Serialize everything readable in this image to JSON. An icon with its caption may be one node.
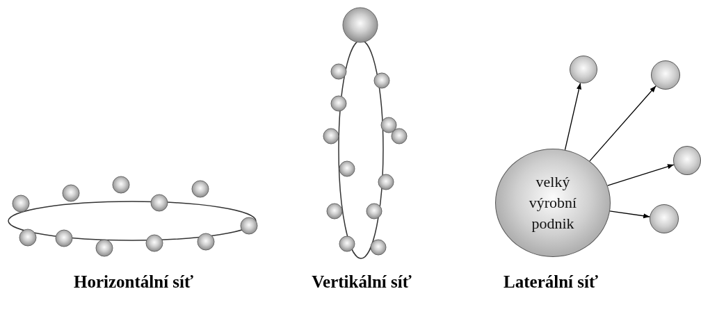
{
  "diagram": {
    "nodes": [
      {
        "text": [
          "velký výrobní podnik"
        ]
      },
      {
        "text": [],
        "shape": "circle"
      },
      {
        "text": [],
        "shape": "circle"
      },
      {
        "text": [],
        "shape": "circle"
      },
      {
        "text": [],
        "shape": "circle"
      }
    ],
    "edges": [
      {
        "from": 0,
        "to": 1,
        "arrow": "to"
      },
      {
        "from": 0,
        "to": 2,
        "arrow": "to"
      },
      {
        "from": 0,
        "to": 3,
        "arrow": "to"
      },
      {
        "from": 0,
        "to": 4,
        "arrow": "to"
      }
    ],
    "labels": [
      "Horizontální síť",
      "Vertikální síť",
      "Laterální síť"
    ]
  }
}
